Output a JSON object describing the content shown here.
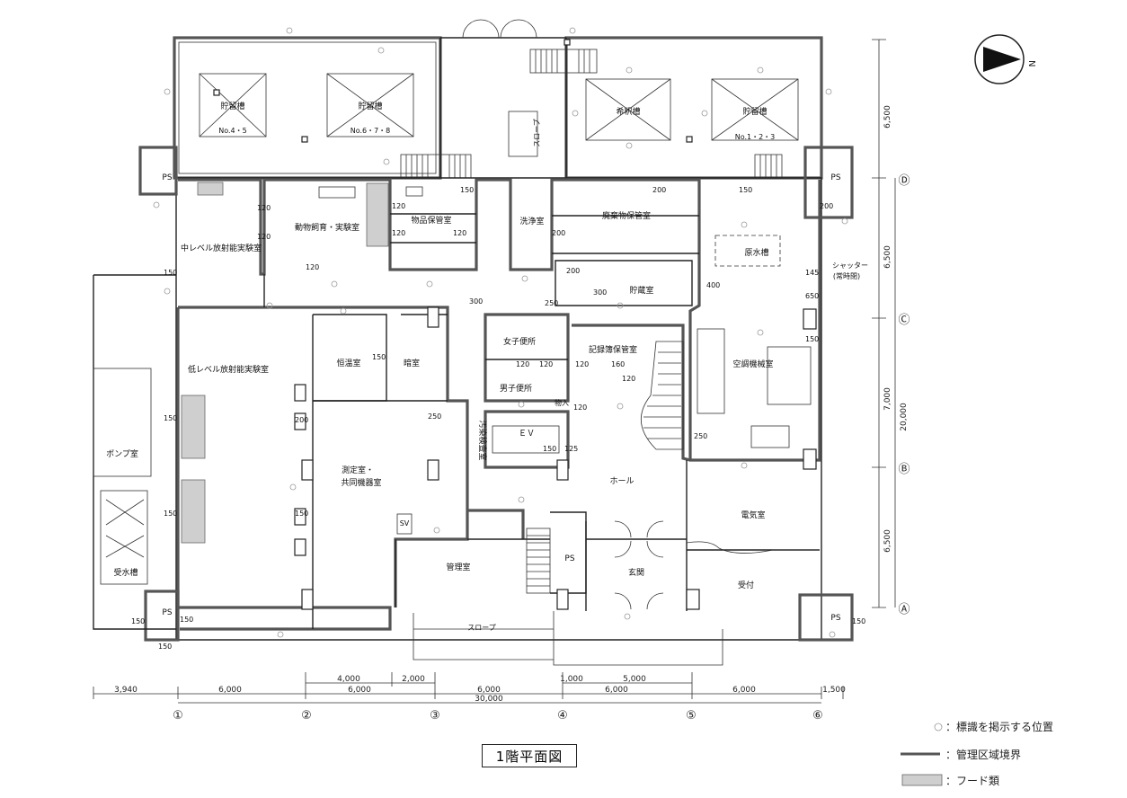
{
  "plan_title": "1階平面図",
  "legend": {
    "sign_location": "：標識を掲示する位置",
    "boundary": "：管理区域境界",
    "hood": "：フード類"
  },
  "north_label": "N",
  "rooms": {
    "tank_45": "貯留槽",
    "tank_45_no": "No.4・5",
    "tank_678": "貯留槽",
    "tank_678_no": "No.6・7・8",
    "dilution_tank": "希釈槽",
    "tank_123": "貯留槽",
    "tank_123_no": "No.1・2・3",
    "ps_nw": "PS",
    "ps_ne": "PS",
    "ps_sw": "PS",
    "ps_se": "PS",
    "ps_center": "PS",
    "mid_level": "中レベル放射能実験室",
    "animal": "動物飼育・実験室",
    "storage_goods": "物品保管室",
    "washing": "洗浄室",
    "waste_storage": "廃棄物保管室",
    "raw_water": "原水槽",
    "shutter": "シャッター",
    "shutter_note": "(常時閉)",
    "storeroom": "貯蔵室",
    "low_level": "低レベル放射能実験室",
    "constant_temp": "恒温室",
    "darkroom": "暗室",
    "womens_wc": "女子便所",
    "mens_wc": "男子便所",
    "records": "記録簿保管室",
    "aircon": "空調機械室",
    "pump": "ポンプ室",
    "pipe_space": "汚染検査室",
    "ev": "ＥＶ",
    "measurement": "測定室・",
    "measurement2": "共同機器室",
    "hall": "ホール",
    "electrical": "電気室",
    "management": "管理室",
    "entrance": "玄関",
    "reception": "受付",
    "water_tank": "受水槽",
    "slope": "スロープ",
    "slope_upper": "スロープ",
    "sv": "SV",
    "storage_small": "物入"
  },
  "wall_dims": [
    "120",
    "120",
    "150",
    "120",
    "120",
    "120",
    "150",
    "120",
    "200",
    "200",
    "200",
    "150",
    "200",
    "145",
    "650",
    "300",
    "400",
    "150",
    "150",
    "250",
    "200",
    "150",
    "150",
    "160",
    "120",
    "120",
    "120",
    "120",
    "120",
    "150",
    "125",
    "250",
    "150",
    "150",
    "150",
    "150",
    "150",
    "300",
    "250"
  ],
  "bottom_dims": {
    "row1": [
      "4,000",
      "2,000",
      "1,000",
      "5,000"
    ],
    "row2": [
      "3,940",
      "6,000",
      "6,000",
      "6,000",
      "6,000",
      "6,000",
      "1,500"
    ],
    "total": "30,000"
  },
  "right_dims": {
    "segments": [
      "6,500",
      "6,500",
      "7,000",
      "6,500"
    ],
    "total": "20,000"
  },
  "axes_x": [
    "①",
    "②",
    "③",
    "④",
    "⑤",
    "⑥"
  ],
  "axes_y": [
    "Ⓓ",
    "Ⓒ",
    "Ⓑ",
    "Ⓐ"
  ]
}
